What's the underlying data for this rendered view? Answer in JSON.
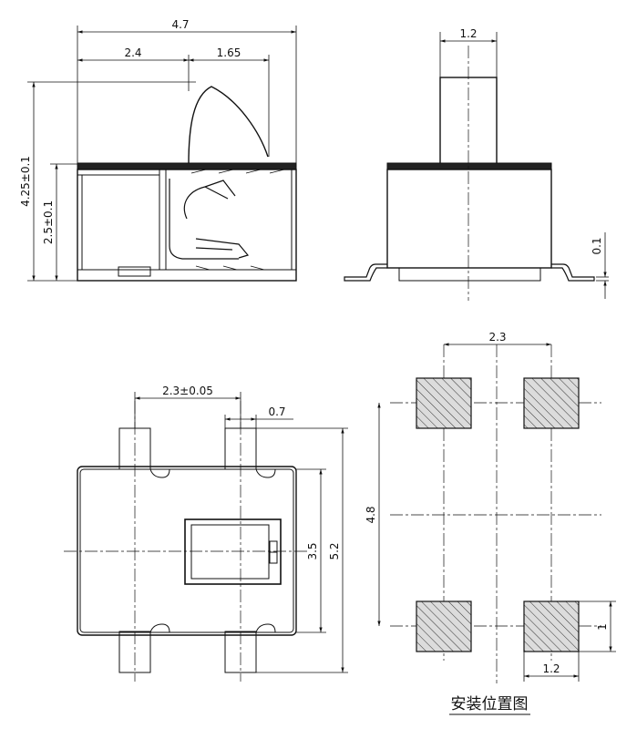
{
  "front_view": {
    "dim_total_width": "4.7",
    "dim_left_width": "2.4",
    "dim_right_width": "1.65",
    "dim_total_height": "4.25±0.1",
    "dim_body_height": "2.5±0.1"
  },
  "side_view": {
    "dim_actuator_width": "1.2",
    "dim_lead_thickness": "0.1"
  },
  "bottom_view": {
    "dim_lead_pitch": "2.3±0.05",
    "dim_lead_width": "0.7",
    "dim_body_width": "3.5",
    "dim_overall_length": "5.2"
  },
  "pad_layout": {
    "dim_pad_pitch_x": "2.3",
    "dim_pad_pitch_y": "4.8",
    "dim_pad_height": "1",
    "dim_pad_width": "1.2",
    "caption": "安装位置图"
  }
}
